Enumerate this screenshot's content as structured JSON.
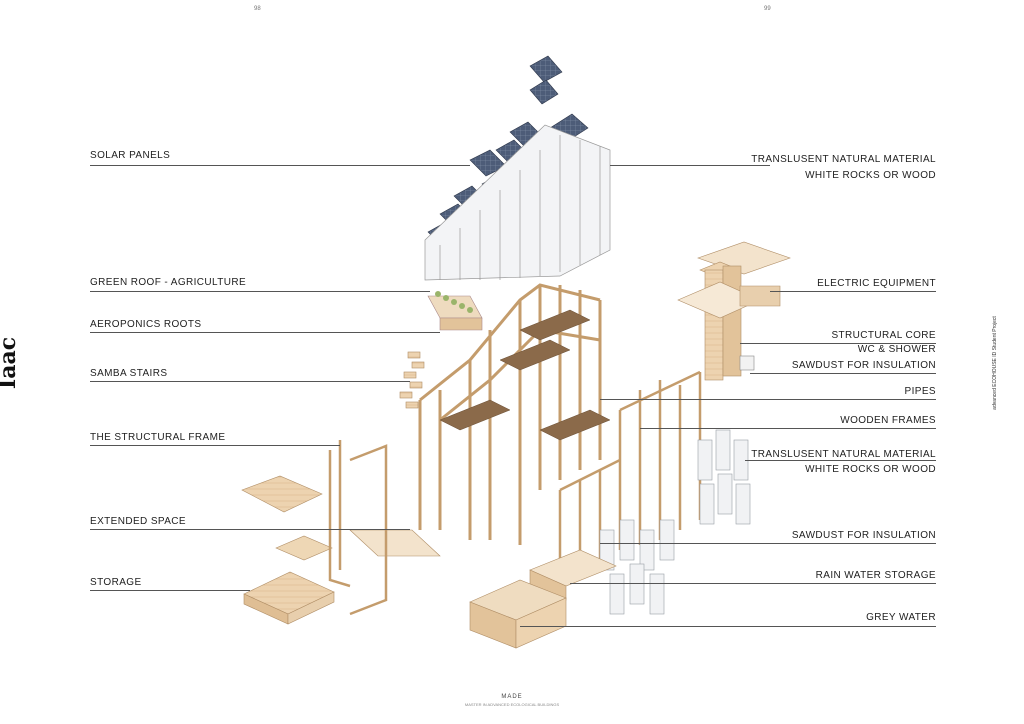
{
  "pages": {
    "left": "98",
    "right": "99"
  },
  "logo": {
    "text": "Iaac"
  },
  "side_caption": "advanced ECOHOUSE ID  Student Project",
  "labels_left": [
    {
      "id": "solar",
      "text": "SOLAR PANELS"
    },
    {
      "id": "green-roof",
      "text": "GREEN ROOF - AGRICULTURE"
    },
    {
      "id": "aeroponics",
      "text": "AEROPONICS ROOTS"
    },
    {
      "id": "samba",
      "text": "SAMBA STAIRS"
    },
    {
      "id": "frame",
      "text": "THE STRUCTURAL FRAME"
    },
    {
      "id": "extended",
      "text": "EXTENDED  SPACE"
    },
    {
      "id": "storage",
      "text": "STORAGE"
    }
  ],
  "labels_right": [
    {
      "id": "translucent-1a",
      "text": "TRANSLUSENT NATURAL MATERIAL"
    },
    {
      "id": "translucent-1b",
      "text": "WHITE ROCKS OR WOOD"
    },
    {
      "id": "electric",
      "text": "ELECTRIC EQUIPMENT"
    },
    {
      "id": "core-a",
      "text": "STRUCTURAL CORE"
    },
    {
      "id": "core-b",
      "text": "WC & SHOWER"
    },
    {
      "id": "sawdust-1",
      "text": "SAWDUST FOR INSULATION"
    },
    {
      "id": "pipes",
      "text": "PIPES"
    },
    {
      "id": "wooden-frames",
      "text": "WOODEN FRAMES"
    },
    {
      "id": "translucent-2a",
      "text": "TRANSLUSENT NATURAL MATERIAL"
    },
    {
      "id": "translucent-2b",
      "text": "WHITE ROCKS OR WOOD"
    },
    {
      "id": "sawdust-2",
      "text": "SAWDUST FOR INSULATION"
    },
    {
      "id": "rainwater",
      "text": "RAIN WATER STORAGE"
    },
    {
      "id": "greywater",
      "text": "GREY WATER"
    }
  ],
  "footer": {
    "title": "MADE",
    "subtitle": "MASTER IN ADVANCED ECOLOGICAL BUILDINGS"
  },
  "colors": {
    "wood": "#e8c9a0",
    "wood_dark": "#c9a57a",
    "solar": "#4a5872",
    "line": "#555555"
  }
}
